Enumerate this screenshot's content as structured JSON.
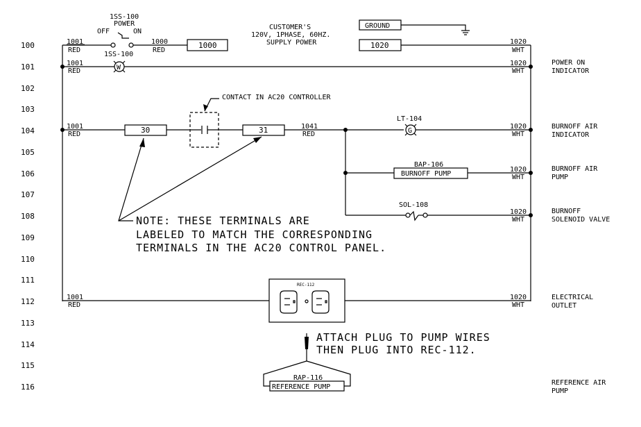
{
  "rung_numbers": [
    "100",
    "101",
    "102",
    "103",
    "104",
    "105",
    "106",
    "107",
    "108",
    "109",
    "110",
    "111",
    "112",
    "113",
    "114",
    "115",
    "116"
  ],
  "power_switch": {
    "tag": "1SS-100",
    "name": "POWER",
    "off_label": "OFF",
    "on_label": "ON"
  },
  "supply": {
    "line1": "CUSTOMER'S",
    "line2": "120V, 1PHASE, 60HZ.",
    "line3": "SUPPLY POWER"
  },
  "terminals": {
    "t1000": "1000",
    "t1020": "1020",
    "ground": "GROUND",
    "t30": "30",
    "t31": "31"
  },
  "wires": {
    "w1001": "1001",
    "w1000": "1000",
    "w1020": "1020",
    "w1041": "1041",
    "red": "RED",
    "wht": "WHT"
  },
  "components": {
    "power_light": {
      "tag": "1SS-100",
      "letter": "W"
    },
    "burnoff_light": {
      "tag": "LT-104",
      "letter": "G"
    },
    "burnoff_pump": {
      "tag": "BAP-106",
      "label": "BURNOFF PUMP"
    },
    "solenoid": {
      "tag": "SOL-108"
    },
    "receptacle": {
      "tag": "REC-112"
    },
    "reference_pump": {
      "tag": "RAP-116",
      "label": "REFERENCE PUMP"
    }
  },
  "annotations": {
    "contact": "CONTACT IN AC20 CONTROLLER",
    "note_line1": "NOTE: THESE TERMINALS ARE",
    "note_line2": "LABELED TO MATCH THE CORRESPONDING",
    "note_line3": "TERMINALS IN THE AC20 CONTROL PANEL.",
    "plug_line1": "ATTACH PLUG TO PUMP WIRES",
    "plug_line2": "THEN PLUG INTO REC-112."
  },
  "descriptions": [
    {
      "rung": "101",
      "line1": "POWER ON",
      "line2": "INDICATOR"
    },
    {
      "rung": "104",
      "line1": "BURNOFF AIR",
      "line2": "INDICATOR"
    },
    {
      "rung": "106",
      "line1": "BURNOFF AIR",
      "line2": "PUMP"
    },
    {
      "rung": "108",
      "line1": "BURNOFF",
      "line2": "SOLENOID VALVE"
    },
    {
      "rung": "112",
      "line1": "ELECTRICAL",
      "line2": "OUTLET"
    },
    {
      "rung": "116",
      "line1": "REFERENCE AIR",
      "line2": "PUMP"
    }
  ]
}
